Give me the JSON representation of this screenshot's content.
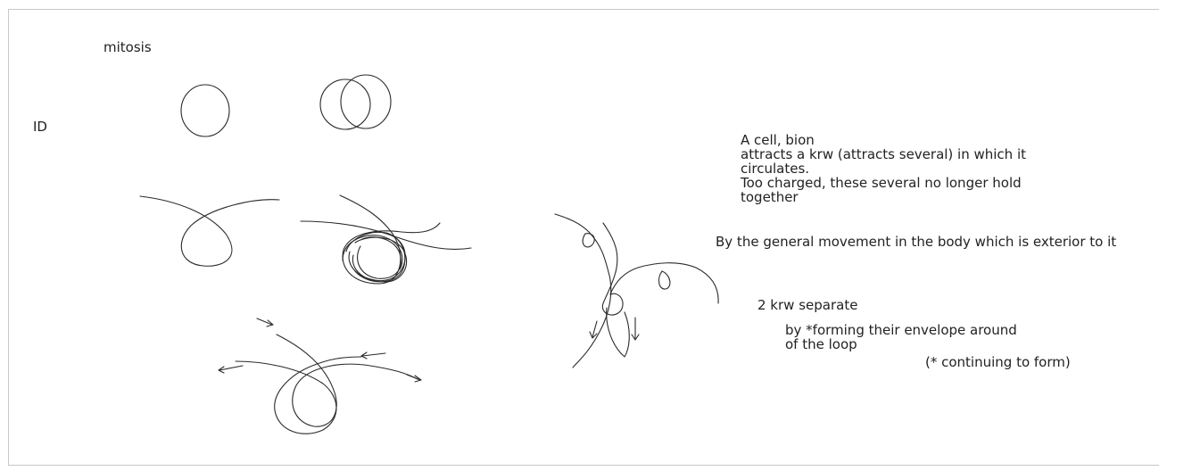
{
  "labels": {
    "title": "mitosis",
    "id": "ID"
  },
  "notes": {
    "cell_lines": [
      "A cell, bion",
      "attracts a krw (attracts several) in which it",
      "circulates.",
      "Too charged, these several no longer hold",
      "together"
    ],
    "movement": "By the general movement in the body which is exterior to it",
    "separate": "2 krw separate",
    "forming_lines": [
      "by *forming their envelope around",
      "of the loop"
    ],
    "footnote": "(* continuing to form)"
  },
  "colors": {
    "ink": "#2a2a2a",
    "frame": "#c8c8c8",
    "background": "#ffffff"
  }
}
